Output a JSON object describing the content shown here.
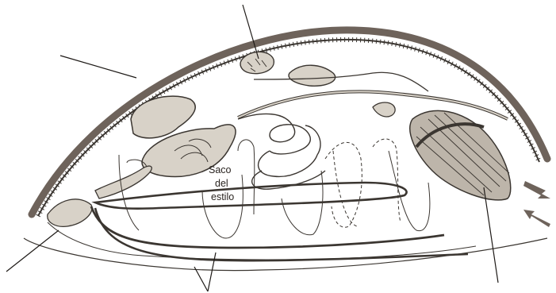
{
  "figure": {
    "labels": {
      "sac_line1": "Saco",
      "sac_line2": "del",
      "sac_line3": "estilo"
    },
    "colors": {
      "ink": "#3b3631",
      "shell": "#6e635b",
      "organ_fill": "#d8d2c8",
      "muscle_fill": "#bdb5aa",
      "paper": "#ffffff"
    }
  }
}
